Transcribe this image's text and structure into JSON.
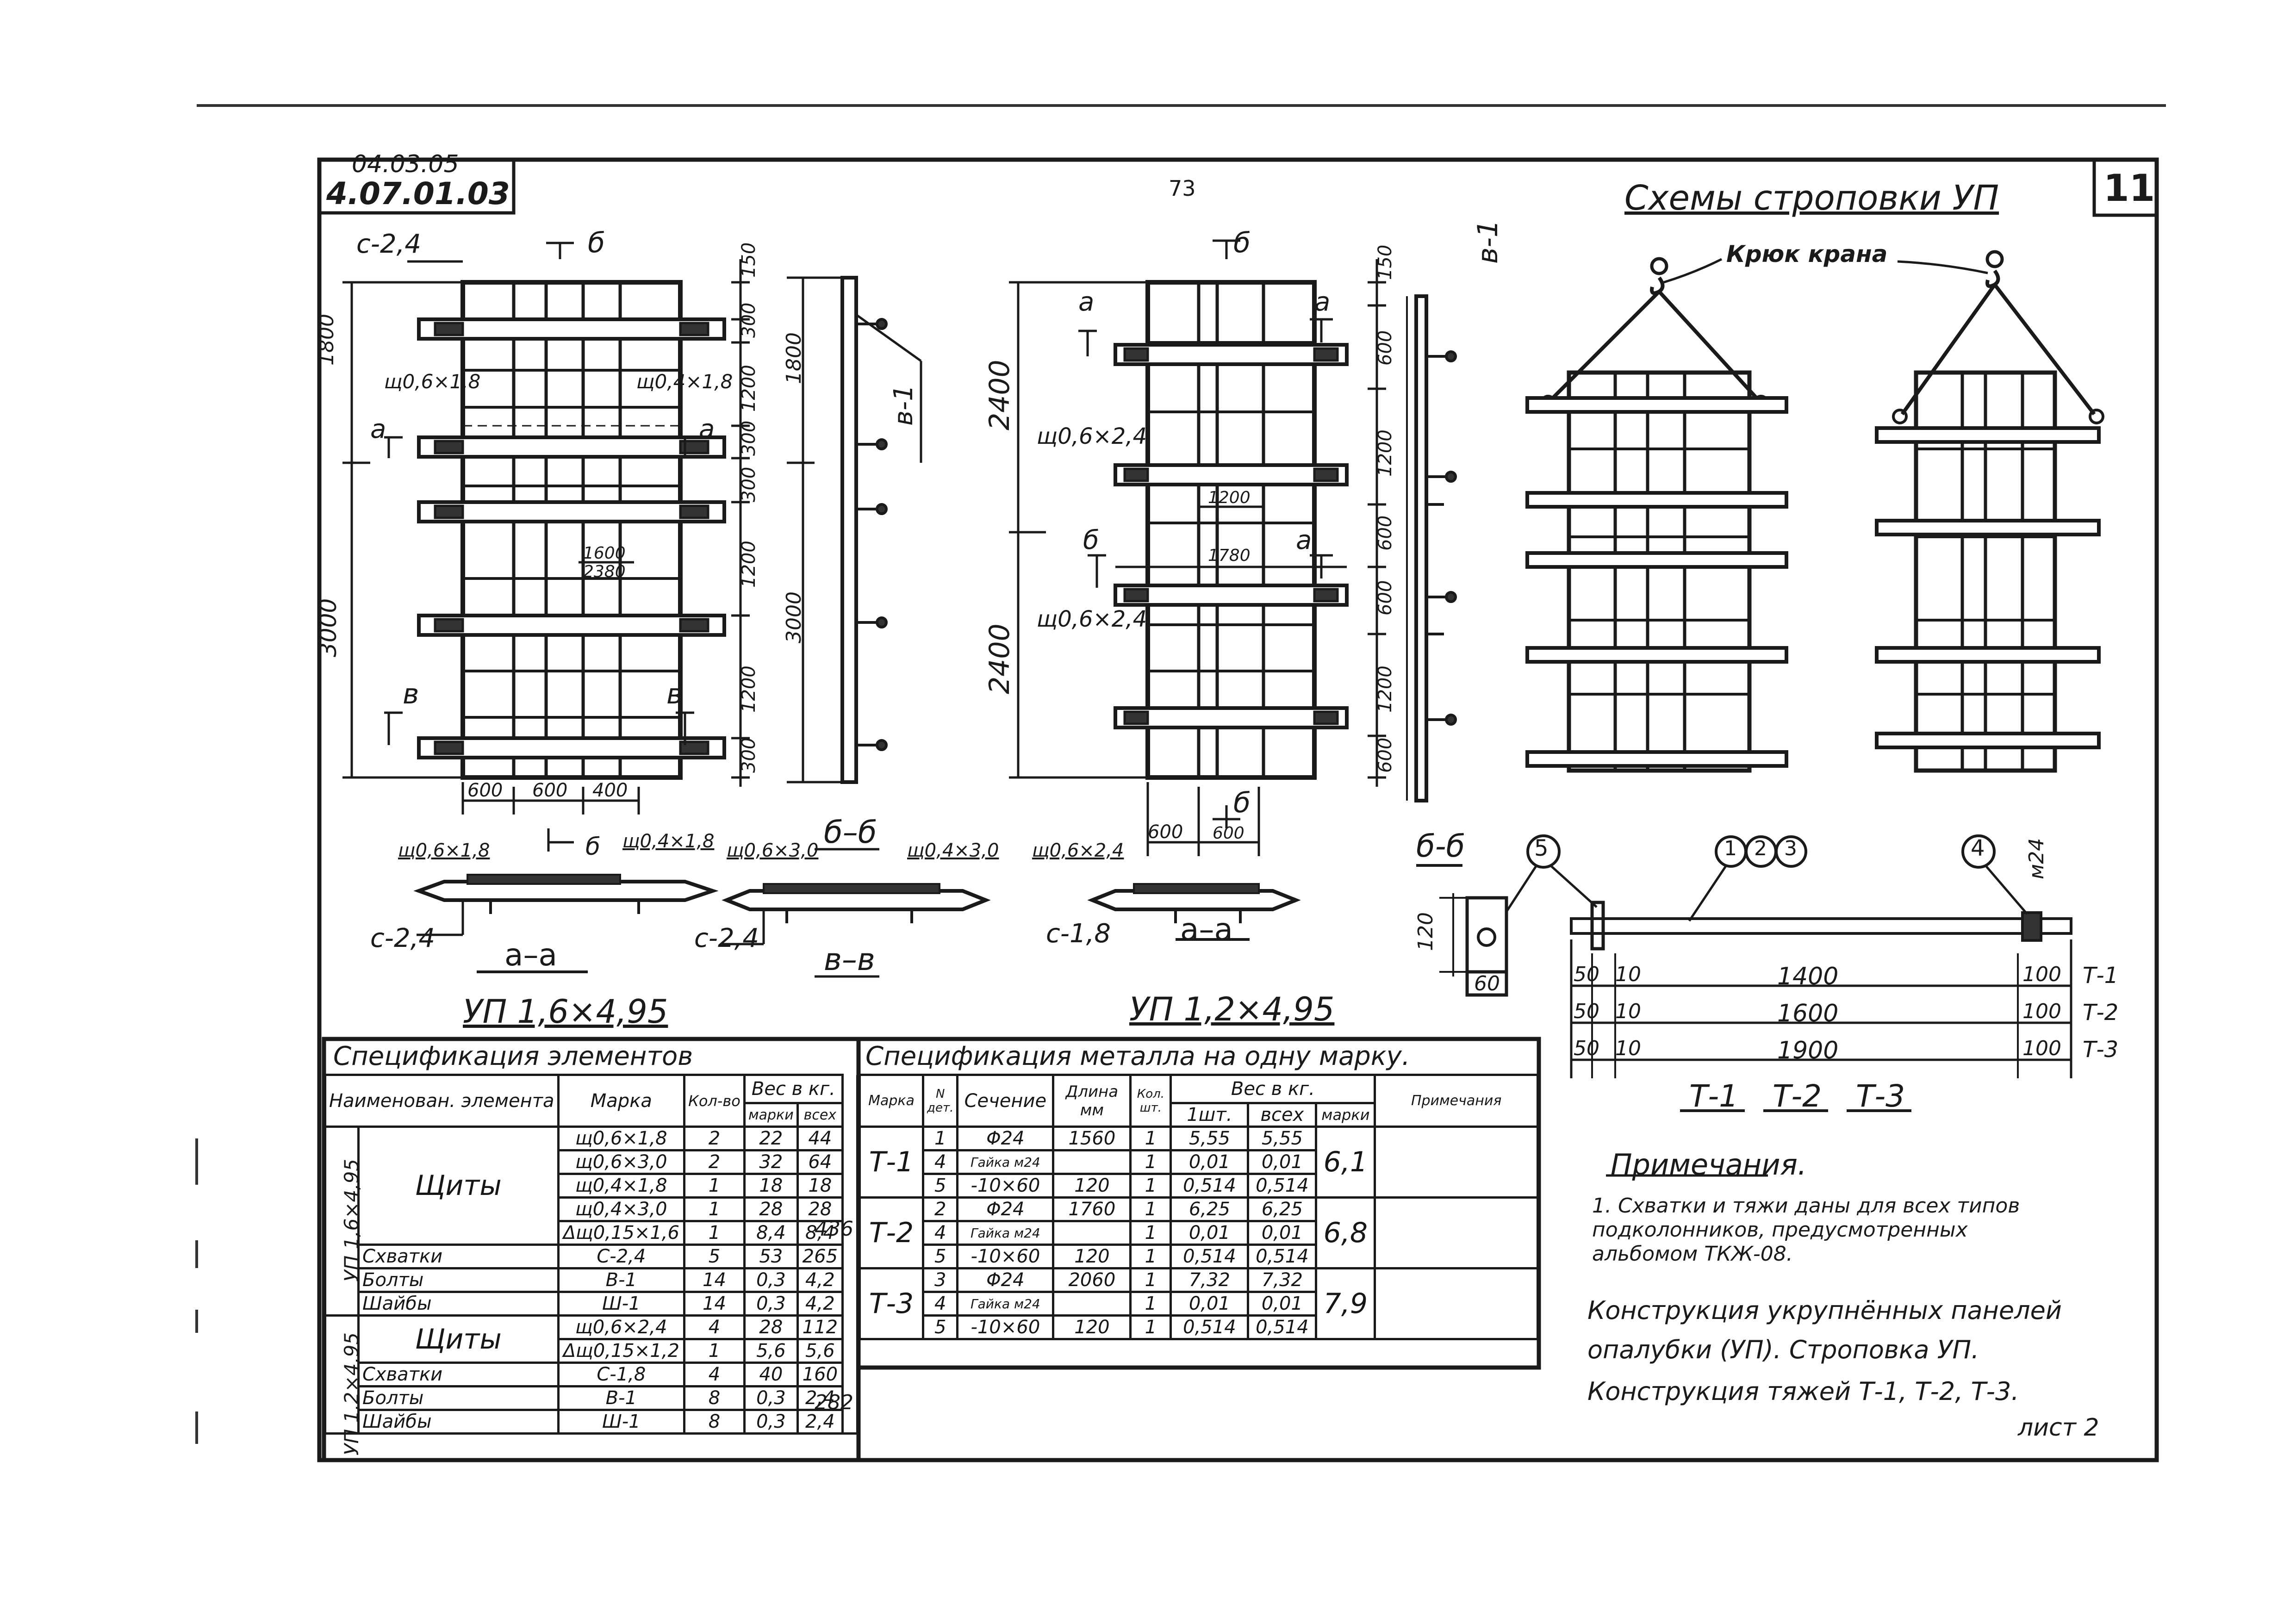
{
  "header": {
    "code_top": "04.03.05",
    "code_bottom": "4.07.01.03",
    "page_number": "73",
    "sheet_number": "11"
  },
  "panel_16": {
    "title": "УП 1,6×4,95",
    "brace_label": "с-2,4",
    "section_b": "б",
    "section_a": "а",
    "section_v": "в",
    "shield_left": "щ0,6×1,8",
    "shield_right": "щ0,4×1,8",
    "dim_total_upper": "1800",
    "dim_total_lower": "3000",
    "dim_right": [
      "150",
      "300",
      "1200",
      "300",
      "300",
      "1200",
      "1200",
      "300"
    ],
    "dim_inner_1": "1600",
    "dim_inner_2": "2380",
    "dim_bottom": [
      "600",
      "600",
      "400"
    ],
    "side_view_label": "в-1",
    "side_dim_upper": "1800",
    "side_dim_lower": "3000"
  },
  "panel_12": {
    "title": "УП 1,2×4,95",
    "shield_1": "щ0,6×2,4",
    "shield_2": "щ0,6×2,4",
    "dim_left_upper": "2400",
    "dim_left_lower": "2400",
    "dim_right": [
      "150",
      "600",
      "1200",
      "600",
      "600",
      "1200",
      "600"
    ],
    "dim_inner_1": "1200",
    "dim_inner_2": "1780",
    "dim_bottom": [
      "600",
      "600"
    ],
    "side_view_label": "в-1",
    "section_a": "а",
    "section_b": "б"
  },
  "sections": {
    "aa_left": {
      "title": "а–а",
      "shield_left": "щ0,6×1,8",
      "shield_right": "щ0,4×1,8",
      "brace": "с-2,4",
      "cut": "б"
    },
    "vv": {
      "title": "в–в",
      "title_top": "б–б",
      "shield_left": "щ0,6×3,0",
      "shield_right": "щ0,4×3,0",
      "brace": "с-2,4"
    },
    "aa_right": {
      "title": "а–а",
      "shield": "щ0,6×2,4",
      "brace": "с-1,8"
    }
  },
  "slinging": {
    "title": "Схемы строповки УП",
    "hook_label": "Крюк крана"
  },
  "rods": {
    "section_title": "б-б",
    "callout_5": "5",
    "callout_123": [
      "1",
      "2",
      "3"
    ],
    "callout_4": "4",
    "thread": "м24",
    "dim_plate_h": "120",
    "dim_plate_w": "60",
    "rows": [
      {
        "a": "50",
        "b": "10",
        "len": "1400",
        "end": "100",
        "mark": "Т-1"
      },
      {
        "a": "50",
        "b": "10",
        "len": "1600",
        "end": "100",
        "mark": "Т-2"
      },
      {
        "a": "50",
        "b": "10",
        "len": "1900",
        "end": "100",
        "mark": "Т-3"
      }
    ],
    "labels": [
      "Т-1",
      "Т-2",
      "Т-3"
    ]
  },
  "notes": {
    "title": "Примечания.",
    "line1": "1. Схватки и тяжи даны для всех типов",
    "line2": "подколонников, предусмотренных",
    "line3": "альбомом ТКЖ-08."
  },
  "title_block": {
    "line1": "Конструкция укрупнённых панелей",
    "line2": "опалубки (УП). Строповка УП.",
    "line3": "Конструкция тяжей Т-1, Т-2, Т-3.",
    "line4": "лист 2"
  },
  "spec_elements": {
    "title": "Спецификация элементов",
    "headers": {
      "name": "Наименован. элемента",
      "mark": "Марка",
      "qty": "Кол-во",
      "weight": "Вес в кг.",
      "per_mark": "марки",
      "total": "всех"
    },
    "group1_label": "УП 1,6×4,95",
    "group2_label": "УП 1,2×4,95",
    "group1_sum": "436",
    "group2_sum": "282",
    "rows": [
      {
        "name": "Щиты",
        "mark": "щ0,6×1,8",
        "qty": "2",
        "w": "22",
        "all": "44"
      },
      {
        "name": "",
        "mark": "щ0,6×3,0",
        "qty": "2",
        "w": "32",
        "all": "64"
      },
      {
        "name": "",
        "mark": "щ0,4×1,8",
        "qty": "1",
        "w": "18",
        "all": "18"
      },
      {
        "name": "",
        "mark": "щ0,4×3,0",
        "qty": "1",
        "w": "28",
        "all": "28"
      },
      {
        "name": "",
        "mark": "Δщ0,15×1,6",
        "qty": "1",
        "w": "8,4",
        "all": "8,4"
      },
      {
        "name": "Схватки",
        "mark": "С-2,4",
        "qty": "5",
        "w": "53",
        "all": "265"
      },
      {
        "name": "Болты",
        "mark": "В-1",
        "qty": "14",
        "w": "0,3",
        "all": "4,2"
      },
      {
        "name": "Шайбы",
        "mark": "Ш-1",
        "qty": "14",
        "w": "0,3",
        "all": "4,2"
      },
      {
        "name": "Щиты",
        "mark": "щ0,6×2,4",
        "qty": "4",
        "w": "28",
        "all": "112"
      },
      {
        "name": "",
        "mark": "Δщ0,15×1,2",
        "qty": "1",
        "w": "5,6",
        "all": "5,6"
      },
      {
        "name": "Схватки",
        "mark": "С-1,8",
        "qty": "4",
        "w": "40",
        "all": "160"
      },
      {
        "name": "Болты",
        "mark": "В-1",
        "qty": "8",
        "w": "0,3",
        "all": "2,4"
      },
      {
        "name": "Шайбы",
        "mark": "Ш-1",
        "qty": "8",
        "w": "0,3",
        "all": "2,4"
      }
    ]
  },
  "spec_metal": {
    "title": "Спецификация металла на одну марку.",
    "headers": {
      "mark": "Марка",
      "det": "N дет.",
      "section": "Сечение",
      "length": "Длина мм",
      "qty": "Кол. шт.",
      "weight": "Вес в кг.",
      "w1": "1шт.",
      "wall": "всех",
      "wmark": "марки",
      "note": "Примечания"
    },
    "groups": [
      {
        "mark": "Т-1",
        "total": "6,1",
        "rows": [
          {
            "det": "1",
            "sec": "Φ24",
            "len": "1560",
            "qty": "1",
            "w1": "5,55",
            "wall": "5,55"
          },
          {
            "det": "4",
            "sec": "Гайка м24",
            "len": "",
            "qty": "1",
            "w1": "0,01",
            "wall": "0,01"
          },
          {
            "det": "5",
            "sec": "-10×60",
            "len": "120",
            "qty": "1",
            "w1": "0,514",
            "wall": "0,514"
          }
        ]
      },
      {
        "mark": "Т-2",
        "total": "6,8",
        "rows": [
          {
            "det": "2",
            "sec": "Φ24",
            "len": "1760",
            "qty": "1",
            "w1": "6,25",
            "wall": "6,25"
          },
          {
            "det": "4",
            "sec": "Гайка м24",
            "len": "",
            "qty": "1",
            "w1": "0,01",
            "wall": "0,01"
          },
          {
            "det": "5",
            "sec": "-10×60",
            "len": "120",
            "qty": "1",
            "w1": "0,514",
            "wall": "0,514"
          }
        ]
      },
      {
        "mark": "Т-3",
        "total": "7,9",
        "rows": [
          {
            "det": "3",
            "sec": "Φ24",
            "len": "2060",
            "qty": "1",
            "w1": "7,32",
            "wall": "7,32"
          },
          {
            "det": "4",
            "sec": "Гайка м24",
            "len": "",
            "qty": "1",
            "w1": "0,01",
            "wall": "0,01"
          },
          {
            "det": "5",
            "sec": "-10×60",
            "len": "120",
            "qty": "1",
            "w1": "0,514",
            "wall": "0,514"
          }
        ]
      }
    ]
  }
}
